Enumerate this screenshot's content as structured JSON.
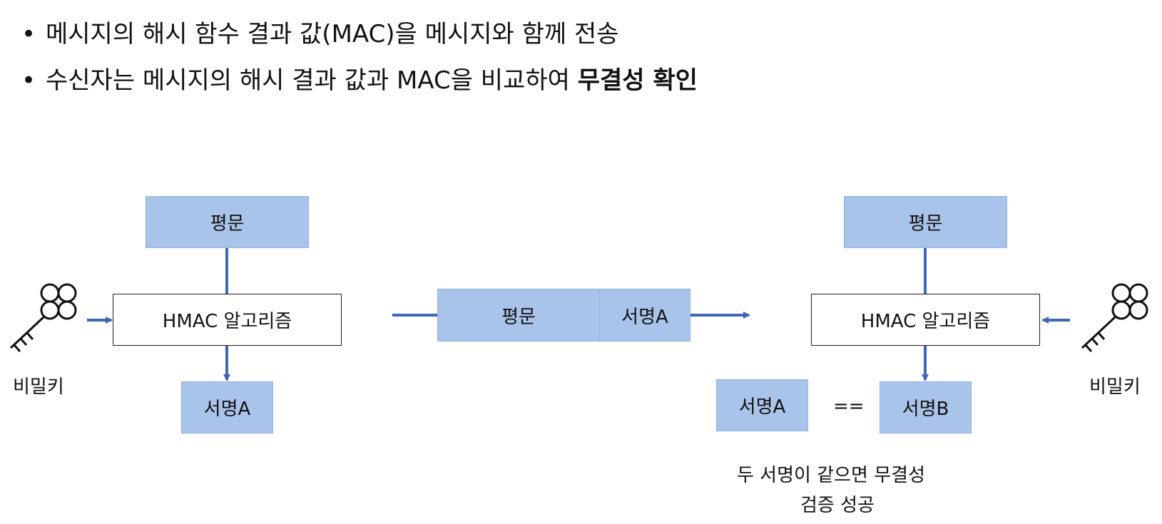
{
  "bullets": [
    {
      "text": "메시지의 해시 함수 결과 값(MAC)을 메시지와 함께 전송",
      "bold": ""
    },
    {
      "text": "수신자는 메시지의 해시 결과 값과 MAC을 비교하여 ",
      "bold": "무결성 확인"
    }
  ],
  "sender": {
    "plaintext": "평문",
    "algorithm": "HMAC 알고리즘",
    "output": "서명A",
    "key_label": "비밀키"
  },
  "transmission": {
    "plaintext": "평문",
    "signature": "서명A"
  },
  "receiver": {
    "plaintext": "평문",
    "algorithm": "HMAC 알고리즘",
    "received_signature": "서명A",
    "operator": "==",
    "computed_signature": "서명B",
    "key_label": "비밀키",
    "note_line1": "두 서명이 같으면 무결성",
    "note_line2": "검증 성공"
  },
  "colors": {
    "box_fill": "#a9c4ea",
    "arrow": "#3f67b3"
  },
  "icons": [
    "key-icon"
  ]
}
